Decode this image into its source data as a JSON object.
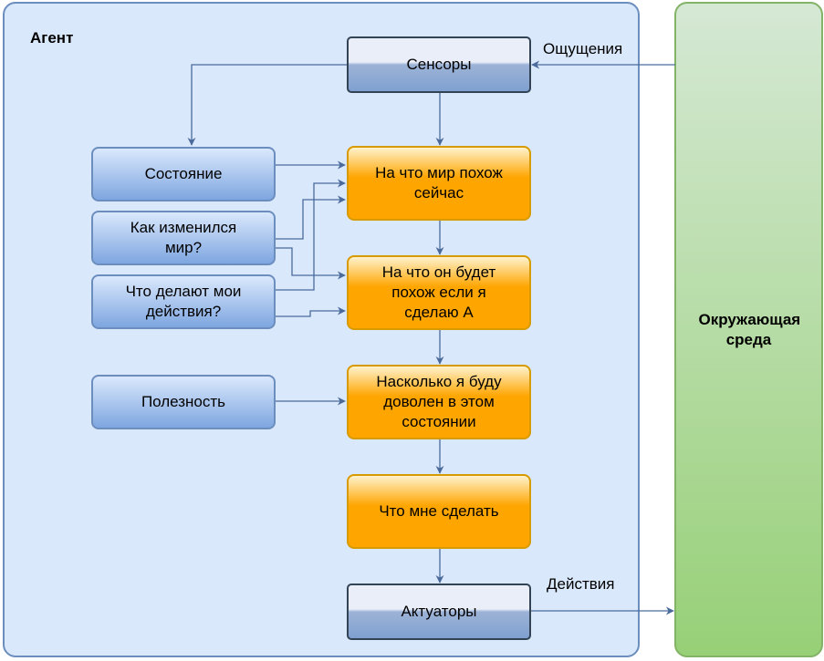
{
  "agent": {
    "title": "Агент"
  },
  "environment": {
    "title": "Окружающая среда"
  },
  "nodes": {
    "sensors": "Сенсоры",
    "state": "Состояние",
    "world_change": "Как изменился мир?",
    "my_actions": "Что делают мои действия?",
    "utility": "Полезность",
    "world_now": "На что мир похож сейчас",
    "world_if_a": "На что он будет похож если я сделаю А",
    "happiness": "Насколько я буду доволен в этом состоянии",
    "what_to_do": "Что мне сделать",
    "actuators": "Актуаторы"
  },
  "edge_labels": {
    "percepts": "Ощущения",
    "actions": "Действия"
  }
}
